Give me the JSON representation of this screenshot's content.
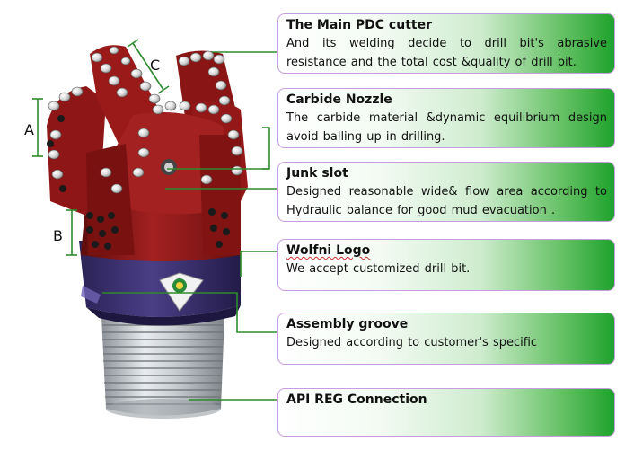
{
  "dimension_labels": {
    "a": "A",
    "b": "B",
    "c": "C"
  },
  "callouts": [
    {
      "title": "The Main PDC cutter",
      "body": "And its welding decide to drill bit's abrasive resistance and the total cost &quality of drill bit."
    },
    {
      "title": "Carbide Nozzle",
      "body": "The carbide material &dynamic equilibrium design avoid balling up in drilling."
    },
    {
      "title": "Junk slot",
      "body": "Designed reasonable wide& flow area according to Hydraulic balance for good mud evacuation ."
    },
    {
      "title": "Wolfni Logo",
      "body": "We accept customized drill bit."
    },
    {
      "title": "Assembly groove",
      "body": "Designed according to customer's specific"
    },
    {
      "title": "API REG Connection",
      "body": ""
    }
  ],
  "colors": {
    "callout_border": "#c89ce0",
    "callout_green": "#1fa22c",
    "leader_line": "#2f8a2f",
    "bit_red": "#8a1a1a",
    "bit_body_purple": "#3b2f6e",
    "thread_steel": "#b8bdc2"
  }
}
